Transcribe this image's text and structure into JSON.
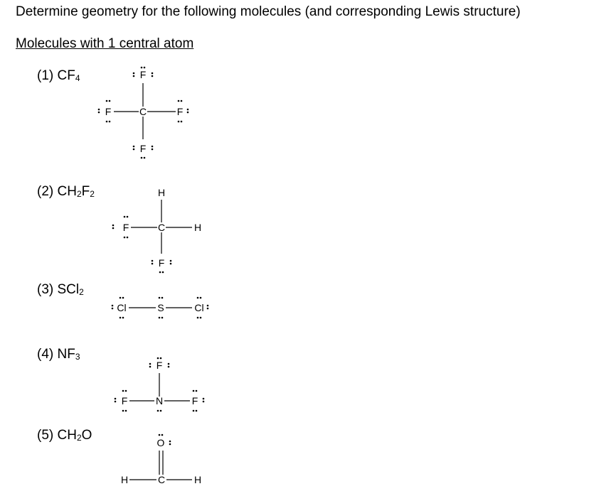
{
  "header": {
    "title": "Determine geometry for the following molecules (and corresponding Lewis structure)",
    "subtitle": "Molecules with 1 central atom"
  },
  "molecules": [
    {
      "num": "(1) ",
      "formula": [
        [
          "CF",
          ""
        ],
        [
          "4",
          "sub"
        ]
      ],
      "atoms": {
        "top": "F",
        "left": "F",
        "center": "C",
        "right": "F",
        "bottom": "F"
      }
    },
    {
      "num": "(2) ",
      "formula": [
        [
          "CH",
          ""
        ],
        [
          "2",
          "sub"
        ],
        [
          "F",
          ""
        ],
        [
          "2",
          "sub"
        ]
      ],
      "atoms": {
        "top": "H",
        "left": "F",
        "center": "C",
        "right": "H",
        "bottom": "F"
      }
    },
    {
      "num": "(3) ",
      "formula": [
        [
          "SCl",
          ""
        ],
        [
          "2",
          "sub"
        ]
      ],
      "atoms": {
        "left": "Cl",
        "center": "S",
        "right": "Cl"
      }
    },
    {
      "num": "(4) ",
      "formula": [
        [
          "NF",
          ""
        ],
        [
          "3",
          "sub"
        ]
      ],
      "atoms": {
        "top": "F",
        "left": "F",
        "center": "N",
        "right": "F"
      }
    },
    {
      "num": "(5) ",
      "formula": [
        [
          "CH",
          ""
        ],
        [
          "2",
          "sub"
        ],
        [
          "O",
          ""
        ]
      ],
      "atoms": {
        "top": "O",
        "left": "H",
        "center": "C",
        "right": "H"
      }
    }
  ]
}
